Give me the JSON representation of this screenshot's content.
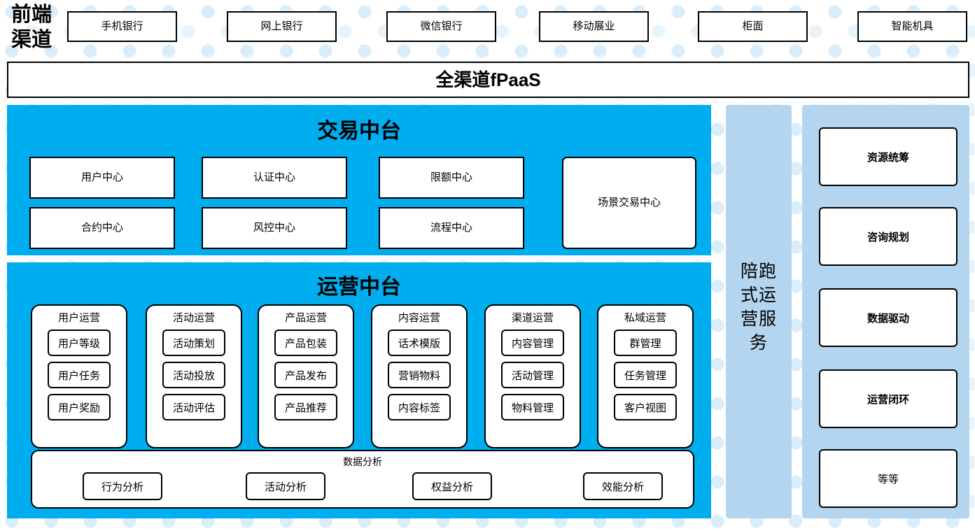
{
  "front_channel": {
    "label_lines": [
      "前端",
      "渠道"
    ],
    "channels": [
      {
        "name": "手机银行"
      },
      {
        "name": "网上银行"
      },
      {
        "name": "微信银行"
      },
      {
        "name": "移动展业"
      },
      {
        "name": "柜面"
      },
      {
        "name": "智能机具"
      }
    ]
  },
  "paas": {
    "title": "全渠道fPaaS"
  },
  "trade_platform": {
    "title": "交易中台",
    "items": [
      {
        "name": "用户中心"
      },
      {
        "name": "认证中心"
      },
      {
        "name": "限额中心"
      },
      {
        "name": "合约中心"
      },
      {
        "name": "风控中心"
      },
      {
        "name": "流程中心"
      }
    ],
    "wide_item": {
      "name": "场景交易中心"
    }
  },
  "ops_platform": {
    "title": "运营中台",
    "groups": [
      {
        "title": "用户运营",
        "items": [
          "用户等级",
          "用户任务",
          "用户奖励"
        ]
      },
      {
        "title": "活动运营",
        "items": [
          "活动策划",
          "活动投放",
          "活动评估"
        ]
      },
      {
        "title": "产品运营",
        "items": [
          "产品包装",
          "产品发布",
          "产品推荐"
        ]
      },
      {
        "title": "内容运营",
        "items": [
          "话术模版",
          "营销物料",
          "内容标签"
        ]
      },
      {
        "title": "渠道运营",
        "items": [
          "内容管理",
          "活动管理",
          "物料管理"
        ]
      },
      {
        "title": "私域运营",
        "items": [
          "群管理",
          "任务管理",
          "客户视图"
        ]
      }
    ],
    "data_analysis": {
      "title": "数据分析",
      "items": [
        "行为分析",
        "活动分析",
        "权益分析",
        "效能分析"
      ]
    }
  },
  "accompany_service": {
    "label_lines": [
      "陪跑",
      "式运",
      "营服",
      "务"
    ]
  },
  "service_capabilities": {
    "items": [
      {
        "name": "资源统筹",
        "bold": true
      },
      {
        "name": "咨询规划",
        "bold": true
      },
      {
        "name": "数据驱动",
        "bold": true
      },
      {
        "name": "运营闭环",
        "bold": true
      },
      {
        "name": "等等",
        "bold": false
      }
    ]
  },
  "colors": {
    "cyan": "#00AEEF",
    "light_blue": "#b4d5ef",
    "box_border": "#000000",
    "box_fill": "#ffffff",
    "dot_pattern": "#d9edfb"
  }
}
